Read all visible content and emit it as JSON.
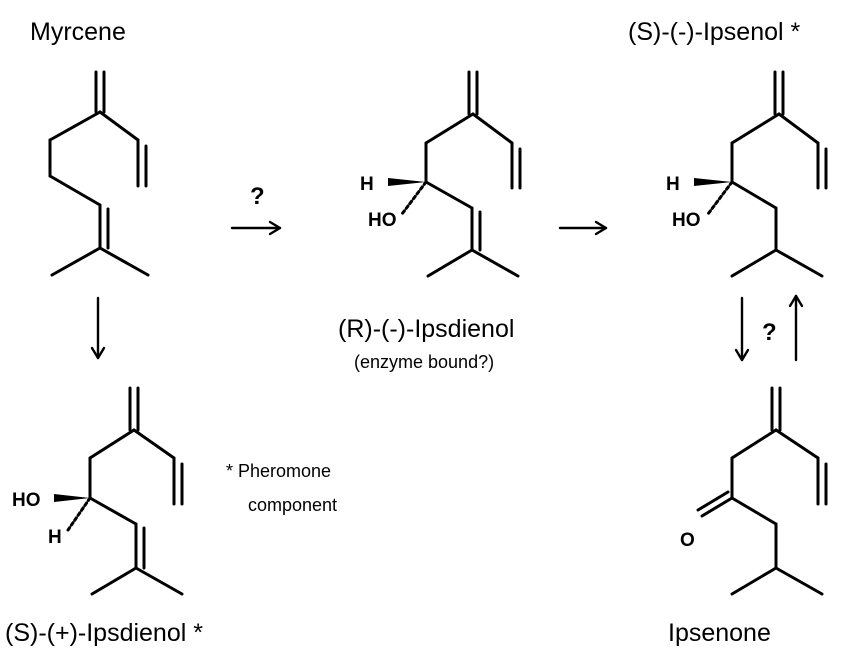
{
  "compounds": {
    "myrcene": "Myrcene",
    "s_ipsenol": "(S)-(-)-Ipsenol *",
    "r_ipsdienol": "(R)-(-)-Ipsdienol",
    "r_ipsdienol_note": "(enzyme bound?)",
    "s_ipsdienol": "(S)-(+)-Ipsdienol *",
    "ipsenone": "Ipsenone"
  },
  "footnote": {
    "line1": "* Pheromone",
    "line2": "component"
  },
  "arrow_labels": {
    "q1": "?",
    "q2": "?"
  },
  "atoms": {
    "h": "H",
    "ho": "HO",
    "o": "O"
  }
}
